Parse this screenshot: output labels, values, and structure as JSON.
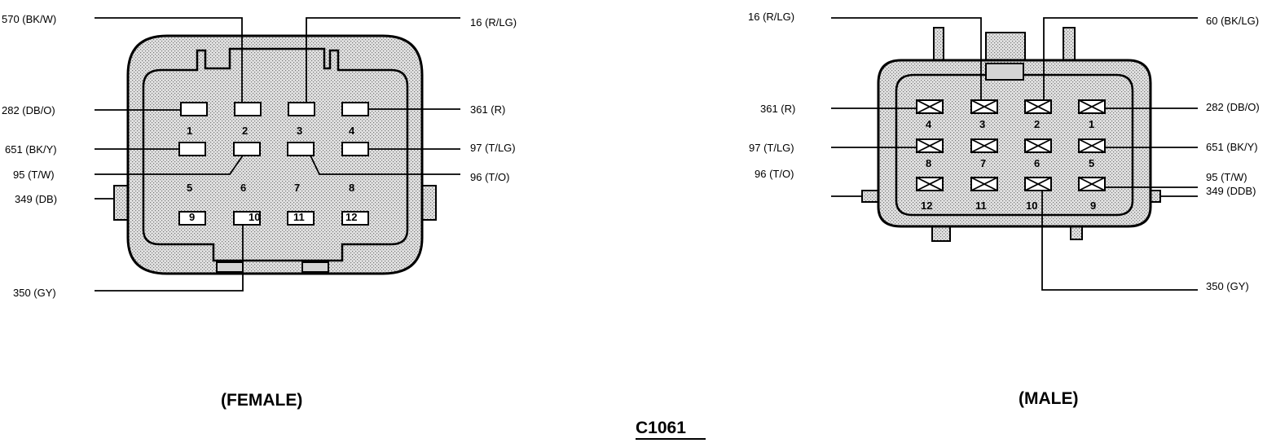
{
  "connector_id": "C1061",
  "female": {
    "title": "(FEMALE)",
    "pins": [
      "1",
      "2",
      "3",
      "4",
      "5",
      "6",
      "7",
      "8",
      "9",
      "10",
      "11",
      "12"
    ],
    "wires": [
      "570 (BK/W)",
      "282 (DB/O)",
      "651 (BK/Y)",
      "95 (T/W)",
      "349 (DB)",
      "350 (GY)",
      "16 (R/LG)",
      "361 (R)",
      "97 (T/LG)",
      "96 (T/O)"
    ]
  },
  "male": {
    "title": "(MALE)",
    "pins": [
      "4",
      "3",
      "2",
      "1",
      "8",
      "7",
      "6",
      "5",
      "12",
      "11",
      "10",
      "9"
    ],
    "wires": [
      "16 (R/LG)",
      "361 (R)",
      "97 (T/LG)",
      "96 (T/O)",
      "60 (BK/LG)",
      "282 (DB/O)",
      "651 (BK/Y)",
      "95 (T/W)",
      "349 (DDB)",
      "350 (GY)"
    ]
  }
}
